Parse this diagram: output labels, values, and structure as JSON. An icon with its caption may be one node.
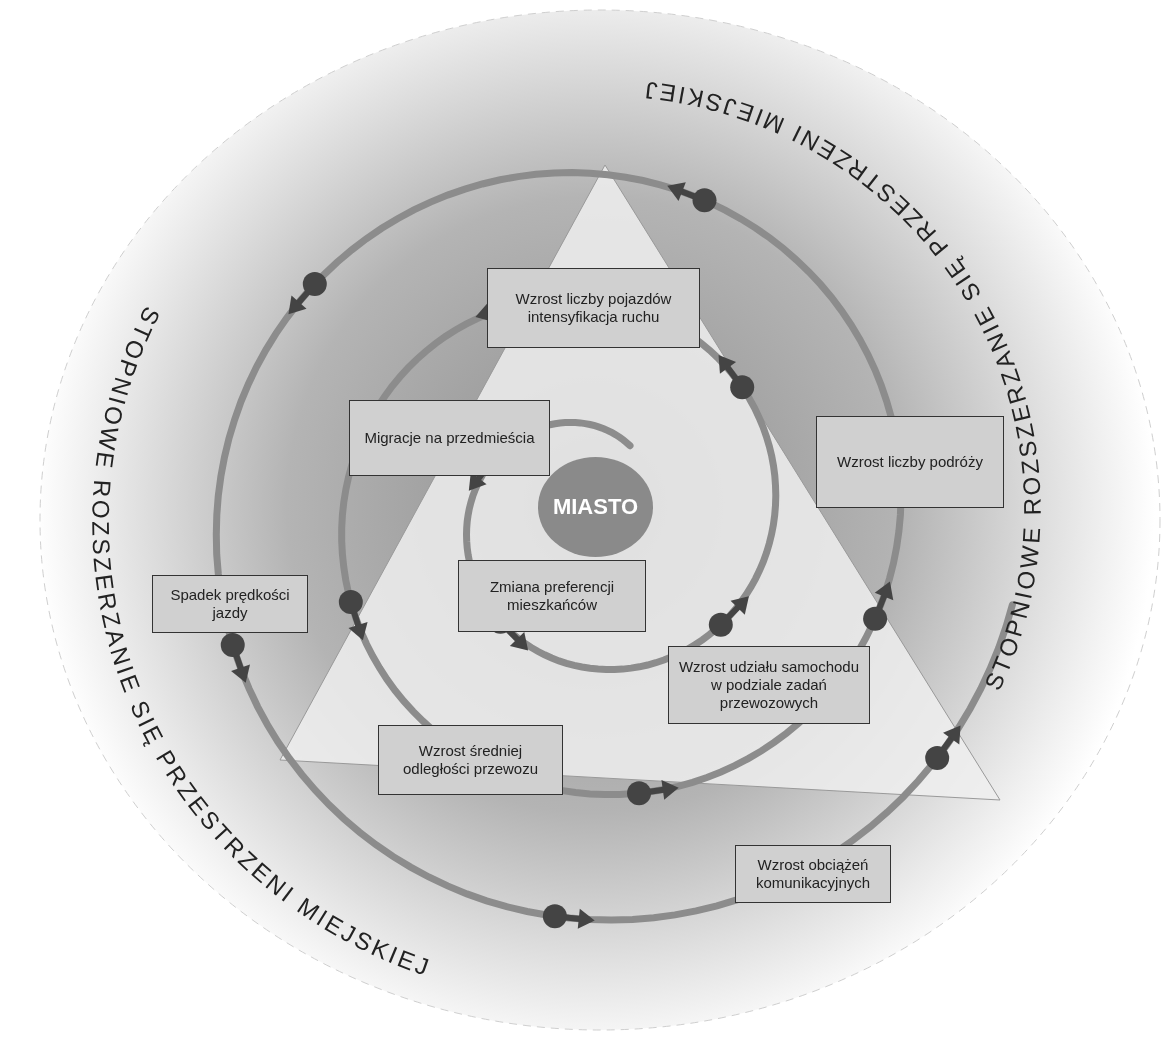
{
  "diagram": {
    "nodes": [
      {
        "text": [
          "Wzrost liczby pojazdów intensyfikacja ruchu"
        ]
      },
      {
        "text": [
          "Migracje na przedmieścia"
        ]
      },
      {
        "text": [
          "Wzrost liczby podróży"
        ]
      },
      {
        "text": [
          "MIASTO"
        ]
      },
      {
        "text": [
          "Spadek prędkości jazdy"
        ]
      },
      {
        "text": [
          "Zmiana preferencji mieszkańców"
        ]
      },
      {
        "text": [
          "Wzrost udziału samochodu w podziale zadań przewozowych"
        ]
      },
      {
        "text": [
          "Wzrost średniej odległości przewozu"
        ]
      },
      {
        "text": [
          "Wzrost obciążeń komunikacyjnych"
        ]
      }
    ],
    "labels": [
      "STOPNIOWE ROZSZERZANIE SIĘ PRZESTRZENI MIEJSKIEJ",
      "STOPNIOWE ROZSZERZANIE SIĘ PRZESTRZENI MIEJSKIEJ"
    ]
  }
}
